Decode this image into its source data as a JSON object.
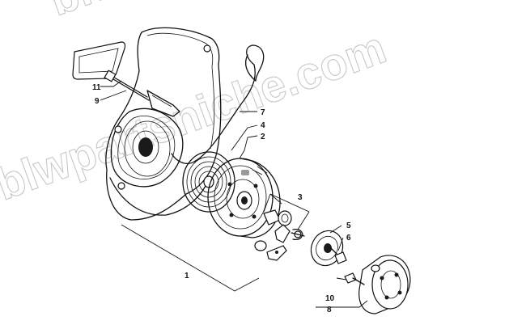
{
  "watermark": "blwpartsniche.com",
  "callouts": {
    "c1": "1",
    "c2": "2",
    "c3": "3",
    "c4": "4",
    "c5": "5",
    "c6": "6",
    "c7": "7",
    "c8": "8",
    "c9": "9",
    "c10": "10",
    "c11": "11"
  }
}
